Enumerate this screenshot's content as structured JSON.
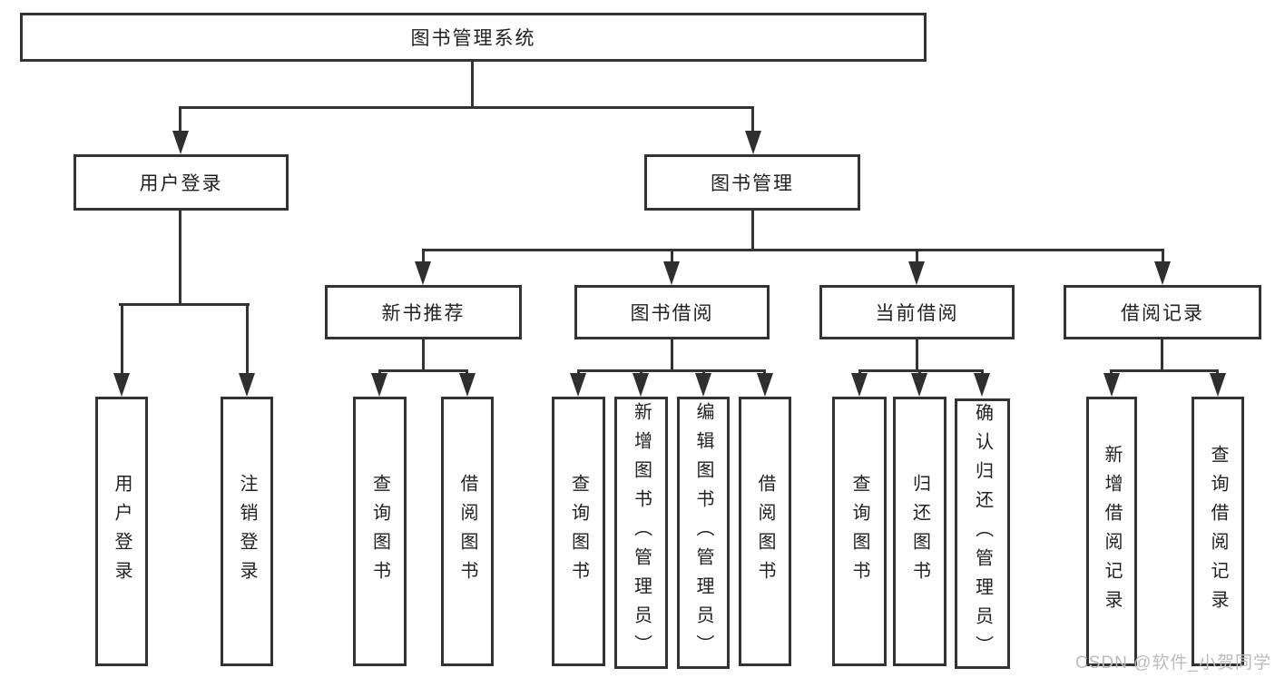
{
  "diagram_type": "feature-tree",
  "colors": {
    "line": "#333333",
    "box_border": "#333333",
    "text": "#222222",
    "arrow": "#2f2f2f",
    "watermark": "#bcbcbc",
    "background": "#ffffff"
  },
  "root": {
    "label": "图书管理系统"
  },
  "level2": [
    {
      "id": "user-login",
      "label": "用户登录"
    },
    {
      "id": "book-management",
      "label": "图书管理"
    }
  ],
  "level3": [
    {
      "id": "new-book-recommend",
      "parent": "book-management",
      "label": "新书推荐"
    },
    {
      "id": "book-borrow",
      "parent": "book-management",
      "label": "图书借阅"
    },
    {
      "id": "current-borrow",
      "parent": "book-management",
      "label": "当前借阅"
    },
    {
      "id": "borrow-records",
      "parent": "book-management",
      "label": "借阅记录"
    }
  ],
  "leaves": [
    {
      "parent": "user-login",
      "label": "用户登录"
    },
    {
      "parent": "user-login",
      "label": "注销登录"
    },
    {
      "parent": "new-book-recommend",
      "label": "查询图书"
    },
    {
      "parent": "new-book-recommend",
      "label": "借阅图书"
    },
    {
      "parent": "book-borrow",
      "label": "查询图书"
    },
    {
      "parent": "book-borrow",
      "label": "新增图书（管理员）"
    },
    {
      "parent": "book-borrow",
      "label": "编辑图书（管理员）"
    },
    {
      "parent": "book-borrow",
      "label": "借阅图书"
    },
    {
      "parent": "current-borrow",
      "label": "查询图书"
    },
    {
      "parent": "current-borrow",
      "label": "归还图书"
    },
    {
      "parent": "current-borrow",
      "label": "确认归还（管理员）"
    },
    {
      "parent": "borrow-records",
      "label": "新增借阅记录"
    },
    {
      "parent": "borrow-records",
      "label": "查询借阅记录"
    }
  ],
  "watermark": {
    "text": "CSDN @软件_小贺同学"
  }
}
